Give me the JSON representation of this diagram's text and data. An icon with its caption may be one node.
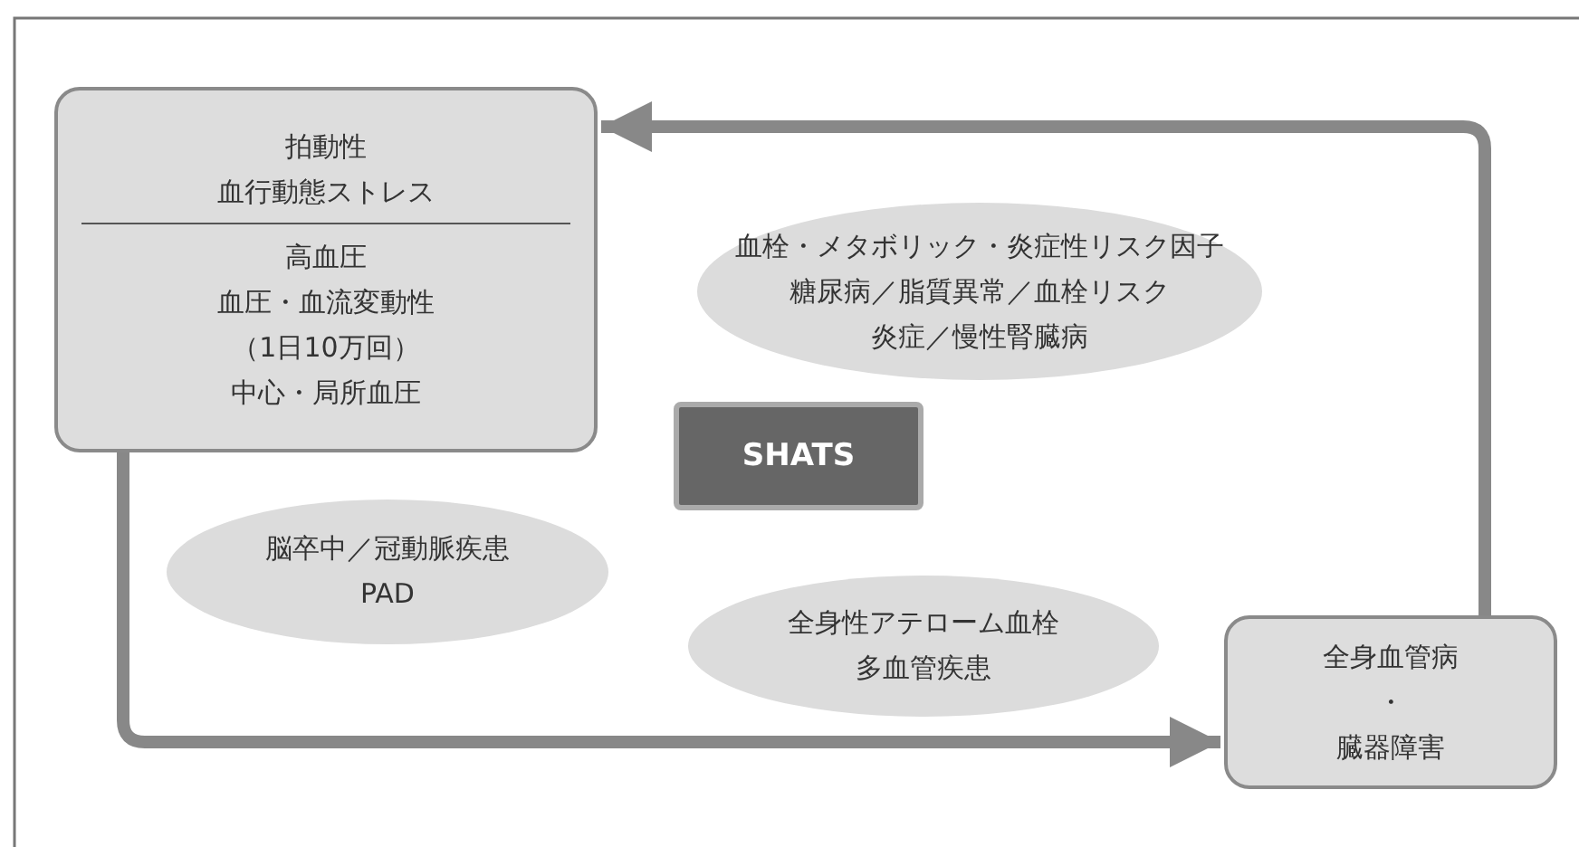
{
  "diagram": {
    "nodes": [
      {
        "text": [
          "拍動性",
          "血行動態ストレス",
          "高血圧",
          "血圧・血流変動性",
          "（1日10万回）",
          "中心・局所血圧"
        ]
      },
      {
        "text": [
          "血栓・メタボリック・炎症性リスク因子",
          "糖尿病／脂質異常／血栓リスク",
          "炎症／慢性腎臓病"
        ]
      },
      {
        "text": [
          "SHATS"
        ]
      },
      {
        "text": [
          "脳卒中／冠動脈疾患",
          "PAD"
        ]
      },
      {
        "text": [
          "全身性アテローム血栓",
          "多血管疾患"
        ]
      },
      {
        "text": [
          "全身血管病",
          "・",
          "臓器障害"
        ]
      }
    ],
    "edges": [
      {
        "from": 0,
        "to": 5,
        "arrow": "to"
      },
      {
        "from": 5,
        "to": 0,
        "arrow": "to"
      }
    ]
  }
}
